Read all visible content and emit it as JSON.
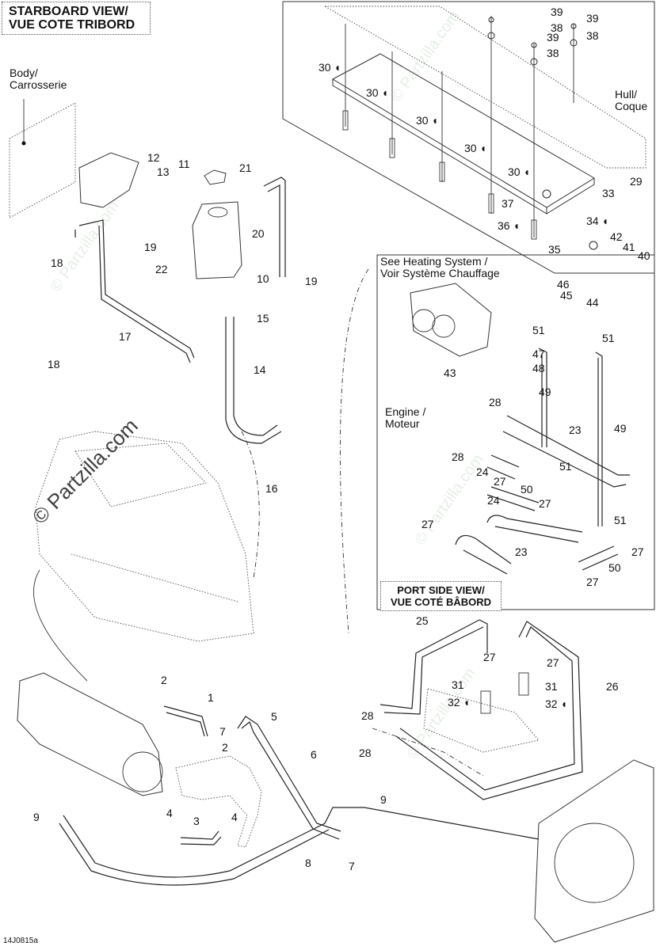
{
  "diagram": {
    "figure_id": "14J0815a",
    "watermark": "© Partzilla.com",
    "views": {
      "starboard": "STARBOARD VIEW/\nVUE COTE TRIBORD",
      "starboard_line1": "STARBOARD VIEW/",
      "starboard_line2": "VUE COTE TRIBORD",
      "port_line1": "PORT SIDE VIEW/",
      "port_line2": "VUE COTÉ BÂBORD"
    },
    "labels": {
      "body_line1": "Body/",
      "body_line2": "Carrosserie",
      "hull_line1": "Hull/",
      "hull_line2": "Coque",
      "heating_line1": "See Heating System /",
      "heating_line2": "Voir Système Chauffage",
      "engine_line1": "Engine /",
      "engine_line2": "Moteur"
    },
    "callouts": [
      {
        "n": "39"
      },
      {
        "n": "38"
      },
      {
        "n": "39"
      },
      {
        "n": "38"
      },
      {
        "n": "39"
      },
      {
        "n": "38"
      },
      {
        "n": "30",
        "drop": true
      },
      {
        "n": "30",
        "drop": true
      },
      {
        "n": "30",
        "drop": true
      },
      {
        "n": "30",
        "drop": true
      },
      {
        "n": "30",
        "drop": true
      },
      {
        "n": "29"
      },
      {
        "n": "33"
      },
      {
        "n": "34",
        "drop": true
      },
      {
        "n": "37"
      },
      {
        "n": "36",
        "drop": true
      },
      {
        "n": "35"
      },
      {
        "n": "42"
      },
      {
        "n": "41"
      },
      {
        "n": "40"
      },
      {
        "n": "12"
      },
      {
        "n": "13"
      },
      {
        "n": "11"
      },
      {
        "n": "21"
      },
      {
        "n": "20"
      },
      {
        "n": "19"
      },
      {
        "n": "18"
      },
      {
        "n": "19"
      },
      {
        "n": "22"
      },
      {
        "n": "10"
      },
      {
        "n": "15"
      },
      {
        "n": "17"
      },
      {
        "n": "18"
      },
      {
        "n": "14"
      },
      {
        "n": "16"
      },
      {
        "n": "46"
      },
      {
        "n": "45"
      },
      {
        "n": "44"
      },
      {
        "n": "51"
      },
      {
        "n": "51"
      },
      {
        "n": "47"
      },
      {
        "n": "48"
      },
      {
        "n": "43"
      },
      {
        "n": "49"
      },
      {
        "n": "49"
      },
      {
        "n": "28"
      },
      {
        "n": "23"
      },
      {
        "n": "28"
      },
      {
        "n": "51"
      },
      {
        "n": "24"
      },
      {
        "n": "27"
      },
      {
        "n": "50"
      },
      {
        "n": "27"
      },
      {
        "n": "24"
      },
      {
        "n": "27"
      },
      {
        "n": "51"
      },
      {
        "n": "27"
      },
      {
        "n": "23"
      },
      {
        "n": "50"
      },
      {
        "n": "27"
      },
      {
        "n": "25"
      },
      {
        "n": "27"
      },
      {
        "n": "27"
      },
      {
        "n": "31"
      },
      {
        "n": "31"
      },
      {
        "n": "32",
        "drop": true
      },
      {
        "n": "32",
        "drop": true
      },
      {
        "n": "26"
      },
      {
        "n": "28"
      },
      {
        "n": "28"
      },
      {
        "n": "2"
      },
      {
        "n": "1"
      },
      {
        "n": "7"
      },
      {
        "n": "5"
      },
      {
        "n": "2"
      },
      {
        "n": "6"
      },
      {
        "n": "9"
      },
      {
        "n": "4"
      },
      {
        "n": "4"
      },
      {
        "n": "3"
      },
      {
        "n": "8"
      },
      {
        "n": "7"
      },
      {
        "n": "9"
      }
    ]
  }
}
